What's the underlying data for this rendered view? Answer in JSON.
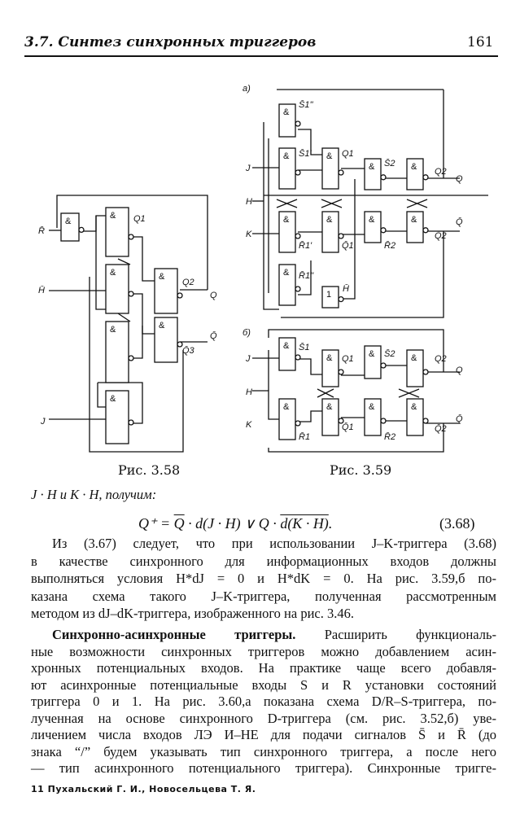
{
  "header": {
    "section": "3.7. Синтез синхронных триггеров",
    "page_number": "161"
  },
  "gate_symbol": "&",
  "or_symbol": "1",
  "fig58": {
    "caption": "Рис. 3.58",
    "labels": {
      "r_in": "R̄",
      "h_in": "H̄",
      "j_in": "J",
      "q1": "Q1",
      "q2": "Q2",
      "q_out": "Q",
      "qbar_out": "Q̄",
      "q3": "Q̄3"
    }
  },
  "fig59": {
    "caption": "Рис. 3.59",
    "panel_a": "а)",
    "panel_b": "б)",
    "a": {
      "s1pp": "S̄1''",
      "s1p": "S̄1'",
      "q1": "Q1",
      "s2": "S̄2",
      "q2": "Q2",
      "q": "Q",
      "j": "J",
      "h": "H",
      "k": "K",
      "r1p": "R̄1'",
      "q1bar": "Q̄1",
      "r2": "R̄2",
      "qbar": "Q̄",
      "q2bar": "Q̄2",
      "r1pp": "R̄1''",
      "hbar": "H̄"
    },
    "b": {
      "s1": "S̄1",
      "q1": "Q1",
      "s2": "S̄2",
      "q2": "Q2",
      "q": "Q",
      "j": "J",
      "h": "H",
      "k": "K",
      "r1": "R̄1",
      "q1bar": "Q̄1",
      "r2": "R̄2",
      "q2bar": "Q̄2",
      "qbar": "Q̄"
    }
  },
  "text": {
    "intro": "J · H и K · H, получим:",
    "formula": {
      "lhs": "Q⁺ = ",
      "qbar": "Q",
      "mid": " · d(J · H) ∨ Q · ",
      "over": "d(K · H)",
      "end": ".",
      "number": "(3.68)"
    },
    "para1": [
      "Из (3.67) следует, что при использовании J–K-триггера (3.68)",
      "в качестве синхронного для информационных входов должны",
      "выполняться условия H*dJ = 0 и H*dK = 0. На рис. 3.59,б по-",
      "казана схема такого J–K-триггера, полученная рассмотренным",
      "методом из dJ–dK-триггера, изображенного на рис. 3.46."
    ],
    "para2_heading": "Синхронно-асинхронные триггеры.",
    "para2_first_rest": " Расширить функциональ-",
    "para2": [
      "ные возможности синхронных триггеров можно добавлением асин-",
      "хронных потенциальных входов. На практике чаще всего добавля-",
      "ют асинхронные потенциальные входы S и R установки состояний",
      "триггера 0 и 1. На рис. 3.60,а показана схема D/R–S-триггера, по-",
      "лученная на основе синхронного D-триггера (см. рис. 3.52,б) уве-",
      "личением числа входов ЛЭ И–НЕ для подачи сигналов S̄ и R̄ (до",
      "знака “/” будем указывать тип синхронного триггера, а после него",
      "— тип асинхронного потенциального триггера). Синхронные тригге-"
    ],
    "footer": "11   Пухальский Г. И., Новосельцева Т. Я."
  }
}
